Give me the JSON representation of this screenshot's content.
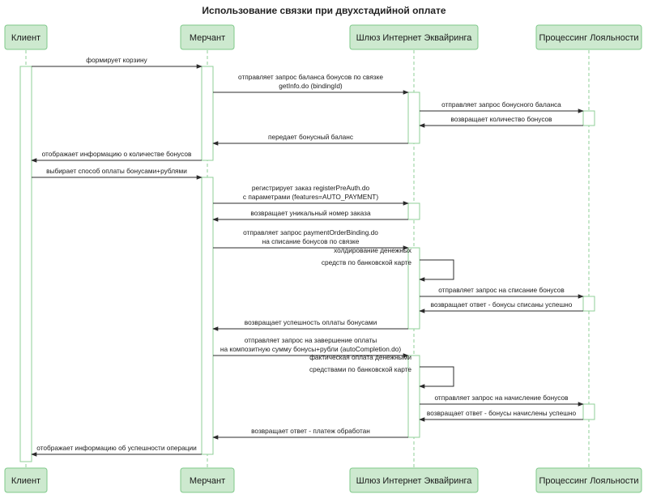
{
  "title": "Использование связки при двухстадийной оплате",
  "participants": [
    {
      "id": "client",
      "label": "Клиент"
    },
    {
      "id": "merchant",
      "label": "Мерчант"
    },
    {
      "id": "gateway",
      "label": "Шлюз Интернет Эквайринга"
    },
    {
      "id": "loyalty",
      "label": "Процессинг Лояльности"
    }
  ],
  "colors": {
    "box_fill": "#cde9cf",
    "box_border": "#7fc98a",
    "line": "#2b2b2b",
    "lifeline": "#8fcf97",
    "activation_fill": "#ffffff"
  },
  "messages": [
    {
      "from": "client",
      "to": "merchant",
      "text": [
        "формирует корзину"
      ]
    },
    {
      "from": "merchant",
      "to": "gateway",
      "text": [
        "отправляет запрос баланса бонусов по связке",
        "getInfo.do (bindingId)"
      ]
    },
    {
      "from": "gateway",
      "to": "loyalty",
      "text": [
        "отправляет запрос бонусного баланса"
      ]
    },
    {
      "from": "loyalty",
      "to": "gateway",
      "text": [
        "возвращает количество бонусов"
      ]
    },
    {
      "from": "gateway",
      "to": "merchant",
      "text": [
        "передает бонусный баланс"
      ]
    },
    {
      "from": "merchant",
      "to": "client",
      "text": [
        "отображает информацию о количестве бонусов"
      ]
    },
    {
      "from": "client",
      "to": "merchant",
      "text": [
        "выбирает способ оплаты бонусами+рублями"
      ]
    },
    {
      "from": "merchant",
      "to": "gateway",
      "text": [
        "регистрирует заказ registerPreAuth.do",
        "с параметрами (features=AUTO_PAYMENT)"
      ]
    },
    {
      "from": "gateway",
      "to": "merchant",
      "text": [
        "возвращает уникальный номер заказа"
      ]
    },
    {
      "from": "merchant",
      "to": "gateway",
      "text": [
        "отправляет запрос paymentOrderBinding.do",
        "на списание бонусов по связке"
      ]
    },
    {
      "from": "gateway",
      "to": "gateway",
      "text": [
        "холдирование денежных",
        "средств по банковской карте"
      ]
    },
    {
      "from": "gateway",
      "to": "loyalty",
      "text": [
        "отправляет запрос на списание бонусов"
      ]
    },
    {
      "from": "loyalty",
      "to": "gateway",
      "text": [
        "возвращает ответ - бонусы списаны успешно"
      ]
    },
    {
      "from": "gateway",
      "to": "merchant",
      "text": [
        "возвращает успешность оплаты бонусами"
      ]
    },
    {
      "from": "merchant",
      "to": "gateway",
      "text": [
        "отправляет запрос на завершение оплаты",
        "на композитную сумму бонусы+рубли (autoCompletion.do)"
      ]
    },
    {
      "from": "gateway",
      "to": "gateway",
      "text": [
        "фактическая оплата денежными",
        "средствами по банковской карте"
      ]
    },
    {
      "from": "gateway",
      "to": "loyalty",
      "text": [
        "отправляет запрос на начисление бонусов"
      ]
    },
    {
      "from": "loyalty",
      "to": "gateway",
      "text": [
        "возвращает ответ - бонусы начислены успешно"
      ]
    },
    {
      "from": "gateway",
      "to": "merchant",
      "text": [
        "возвращает ответ - платеж обработан"
      ]
    },
    {
      "from": "merchant",
      "to": "client",
      "text": [
        "отображает информацию об успешности операции"
      ]
    }
  ]
}
